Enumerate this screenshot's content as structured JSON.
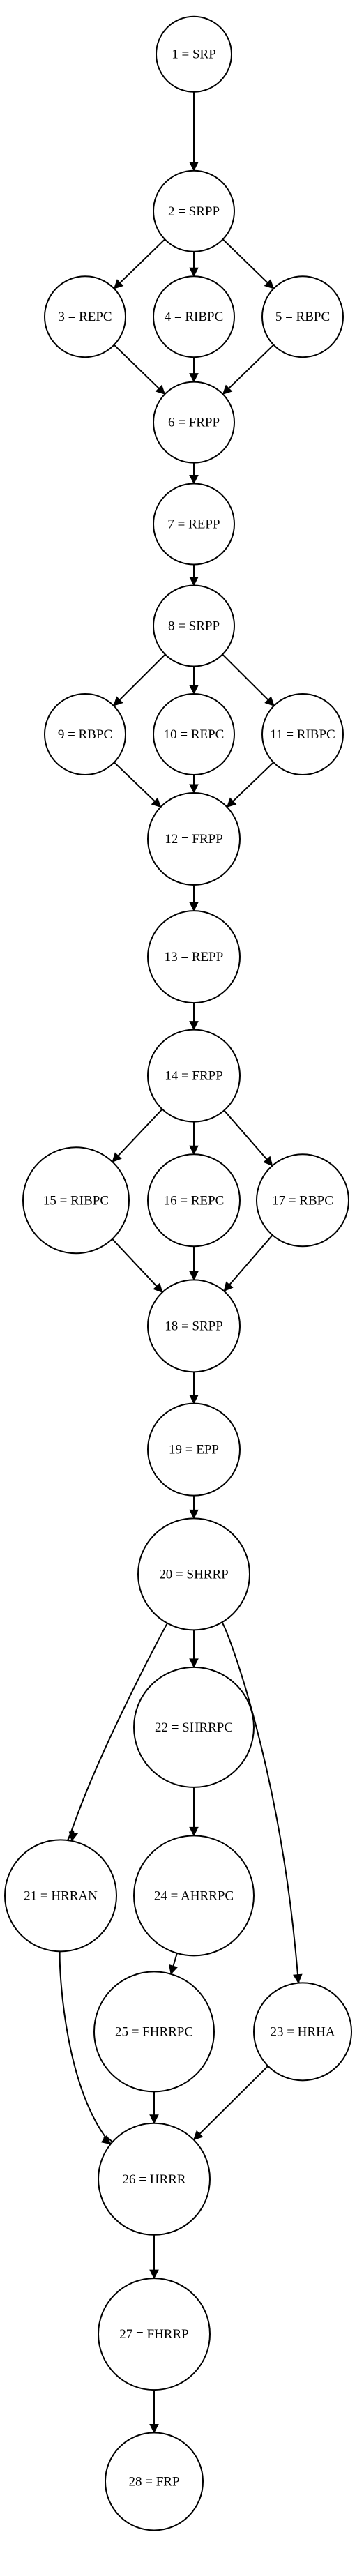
{
  "nodes": [
    {
      "id": "1",
      "label": "1 = SRP"
    },
    {
      "id": "2",
      "label": "2 = SRPP"
    },
    {
      "id": "3",
      "label": "3 = REPC"
    },
    {
      "id": "4",
      "label": "4 = RIBPC"
    },
    {
      "id": "5",
      "label": "5 = RBPC"
    },
    {
      "id": "6",
      "label": "6 = FRPP"
    },
    {
      "id": "7",
      "label": "7 = REPP"
    },
    {
      "id": "8",
      "label": "8 = SRPP"
    },
    {
      "id": "9",
      "label": "9 = RBPC"
    },
    {
      "id": "10",
      "label": "10 = REPC"
    },
    {
      "id": "11",
      "label": "11 = RIBPC"
    },
    {
      "id": "12",
      "label": "12 = FRPP"
    },
    {
      "id": "13",
      "label": "13 = REPP"
    },
    {
      "id": "14",
      "label": "14 = FRPP"
    },
    {
      "id": "15",
      "label": "15 = RIBPC"
    },
    {
      "id": "16",
      "label": "16 = REPC"
    },
    {
      "id": "17",
      "label": "17 = RBPC"
    },
    {
      "id": "18",
      "label": "18 = SRPP"
    },
    {
      "id": "19",
      "label": "19 = EPP"
    },
    {
      "id": "20",
      "label": "20 = SHRRP"
    },
    {
      "id": "21",
      "label": "21 = HRRAN"
    },
    {
      "id": "22",
      "label": "22 = SHRRPC"
    },
    {
      "id": "23",
      "label": "23 = HRHA"
    },
    {
      "id": "24",
      "label": "24 = AHRRPC"
    },
    {
      "id": "25",
      "label": "25 = FHRRPC"
    },
    {
      "id": "26",
      "label": "26 = HRRR"
    },
    {
      "id": "27",
      "label": "27 = FHRRP"
    },
    {
      "id": "28",
      "label": "28 = FRP"
    }
  ],
  "edges": [
    {
      "from": "1",
      "to": "2"
    },
    {
      "from": "2",
      "to": "3"
    },
    {
      "from": "2",
      "to": "4"
    },
    {
      "from": "2",
      "to": "5"
    },
    {
      "from": "3",
      "to": "6"
    },
    {
      "from": "4",
      "to": "6"
    },
    {
      "from": "5",
      "to": "6"
    },
    {
      "from": "6",
      "to": "7"
    },
    {
      "from": "7",
      "to": "8"
    },
    {
      "from": "8",
      "to": "9"
    },
    {
      "from": "8",
      "to": "10"
    },
    {
      "from": "8",
      "to": "11"
    },
    {
      "from": "9",
      "to": "12"
    },
    {
      "from": "10",
      "to": "12"
    },
    {
      "from": "11",
      "to": "12"
    },
    {
      "from": "12",
      "to": "13"
    },
    {
      "from": "13",
      "to": "14"
    },
    {
      "from": "14",
      "to": "15"
    },
    {
      "from": "14",
      "to": "16"
    },
    {
      "from": "14",
      "to": "17"
    },
    {
      "from": "15",
      "to": "18"
    },
    {
      "from": "16",
      "to": "18"
    },
    {
      "from": "17",
      "to": "18"
    },
    {
      "from": "18",
      "to": "19"
    },
    {
      "from": "19",
      "to": "20"
    },
    {
      "from": "20",
      "to": "21"
    },
    {
      "from": "20",
      "to": "22"
    },
    {
      "from": "20",
      "to": "23"
    },
    {
      "from": "22",
      "to": "24"
    },
    {
      "from": "24",
      "to": "25"
    },
    {
      "from": "21",
      "to": "26"
    },
    {
      "from": "25",
      "to": "26"
    },
    {
      "from": "23",
      "to": "26"
    },
    {
      "from": "26",
      "to": "27"
    },
    {
      "from": "27",
      "to": "28"
    }
  ]
}
